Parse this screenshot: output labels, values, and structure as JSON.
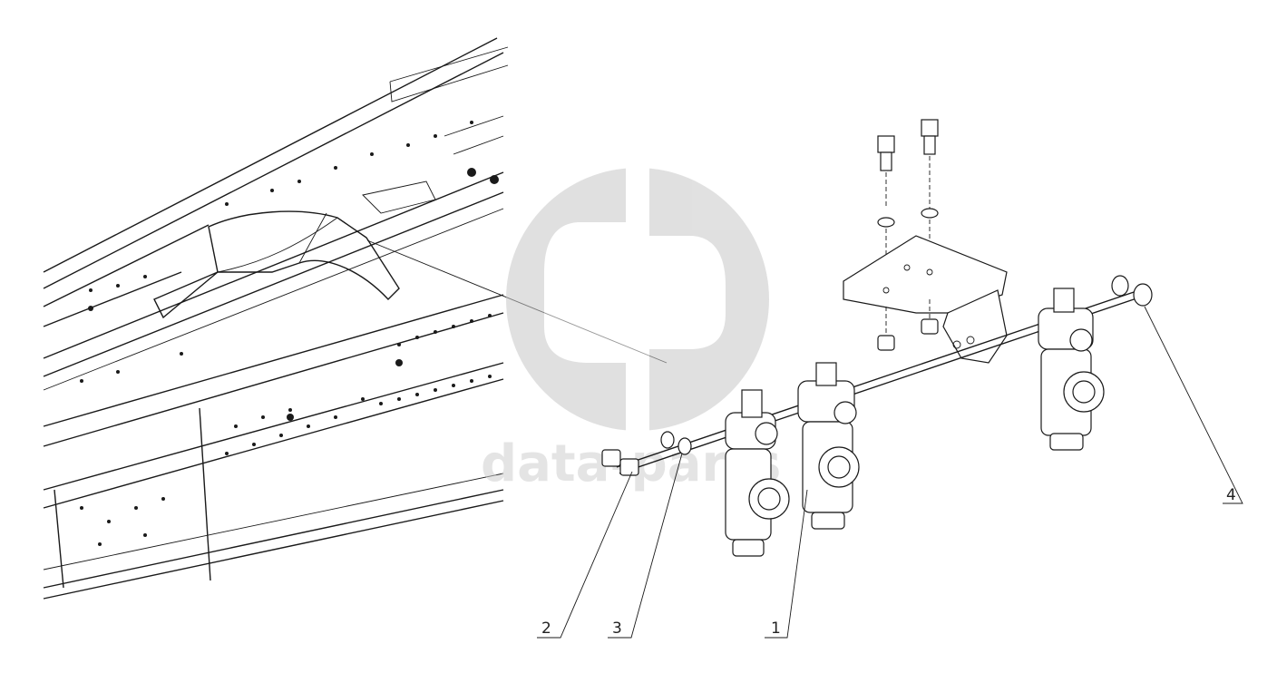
{
  "diagram": {
    "callouts": [
      {
        "id": "1",
        "label": "1"
      },
      {
        "id": "2",
        "label": "2"
      },
      {
        "id": "3",
        "label": "3"
      },
      {
        "id": "4",
        "label": "4"
      }
    ]
  },
  "watermark": {
    "text": "data-parts",
    "color": "#cfcfcf"
  },
  "colors": {
    "line": "#1a1a1a",
    "background": "#ffffff"
  }
}
